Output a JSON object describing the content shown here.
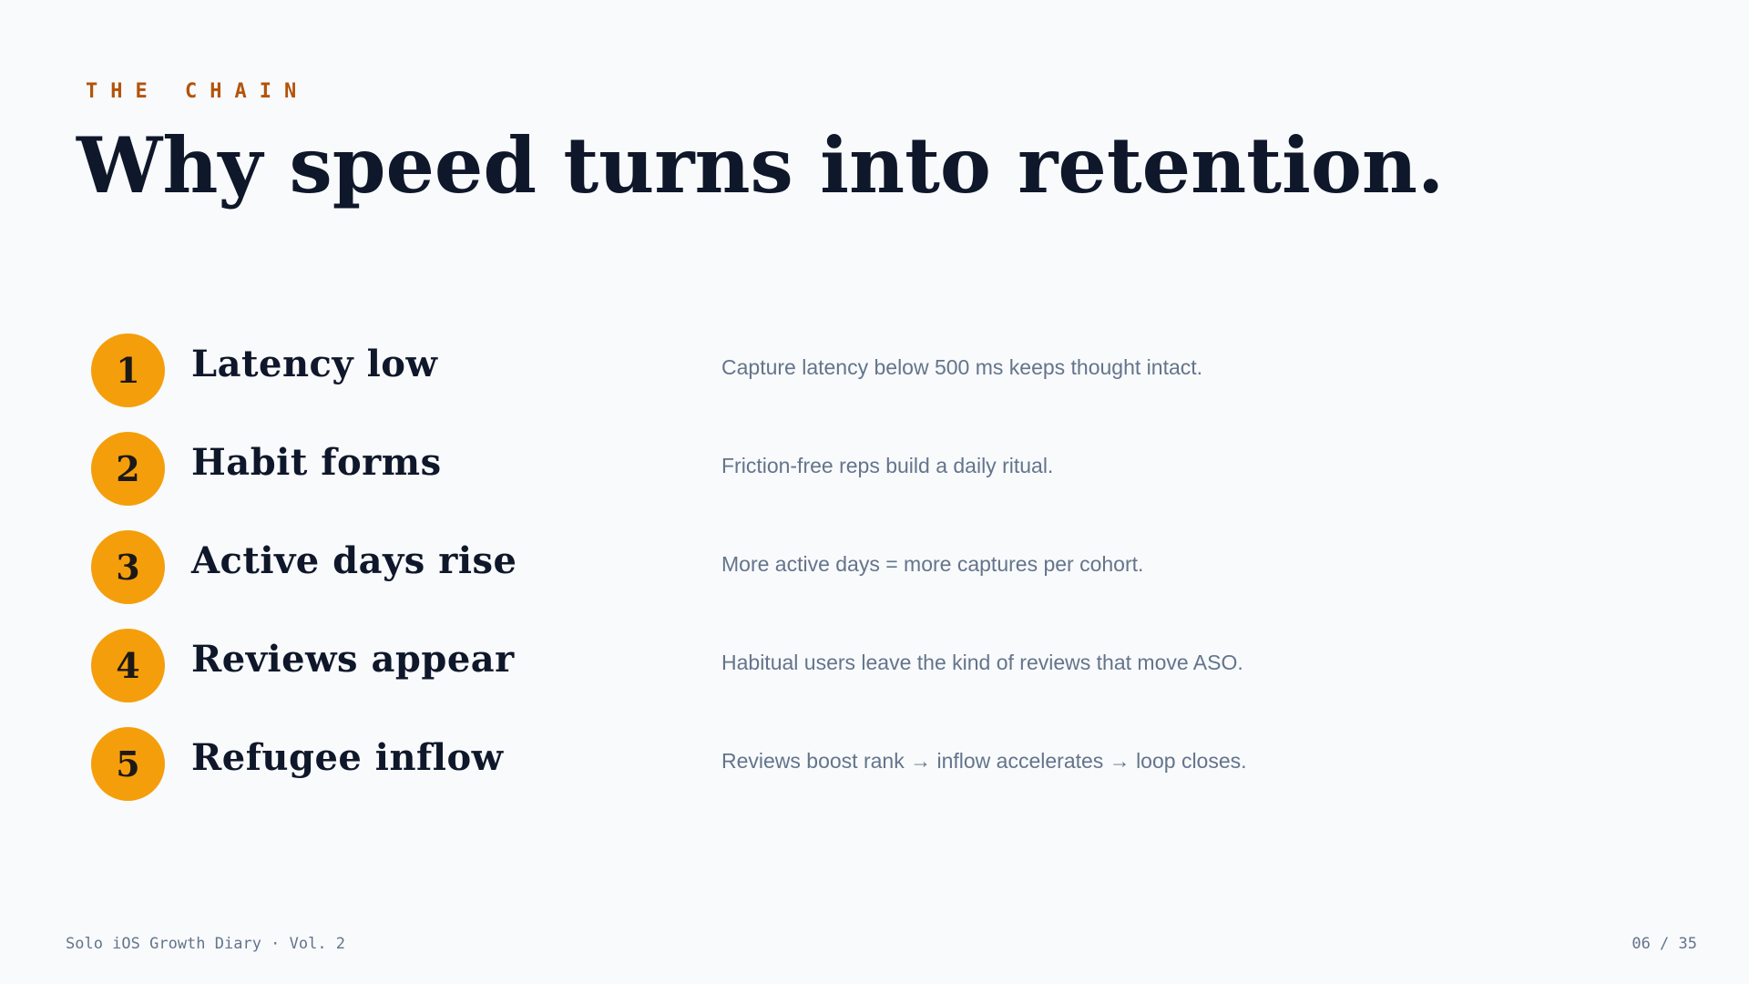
{
  "eyebrow": "THE CHAIN",
  "title": "Why speed turns into retention.",
  "steps": [
    {
      "number": "1",
      "label": "Latency low",
      "description": "Capture latency below 500 ms keeps thought intact."
    },
    {
      "number": "2",
      "label": "Habit forms",
      "description": "Friction-free reps build a daily ritual."
    },
    {
      "number": "3",
      "label": "Active days rise",
      "description": "More active days = more captures per cohort."
    },
    {
      "number": "4",
      "label": "Reviews appear",
      "description": "Habitual users leave the kind of reviews that move ASO."
    },
    {
      "number": "5",
      "label": "Refugee inflow",
      "description": "Reviews boost rank → inflow accelerates → loop closes."
    }
  ],
  "footer": {
    "left": "Solo iOS Growth Diary · Vol. 2",
    "right": "06 / 35"
  },
  "colors": {
    "background": "#f8fafc",
    "accent": "#f59e0b",
    "eyebrow": "#b45309",
    "heading": "#0f172a",
    "muted": "#64748b"
  }
}
